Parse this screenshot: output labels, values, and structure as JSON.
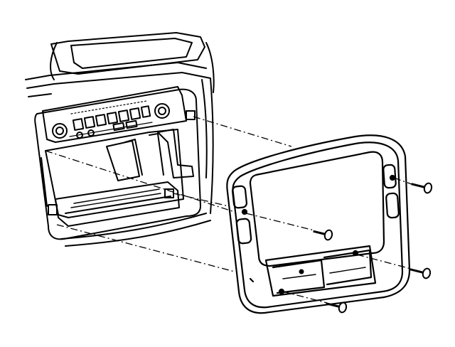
{
  "figure": {
    "background": "#ffffff",
    "ink": "#000000",
    "parts": [
      {
        "id": "instrument-panel",
        "kind": "dash-cavity-with-climate-controls"
      },
      {
        "id": "trim-bezel",
        "kind": "center-console-bezel"
      },
      {
        "id": "screw",
        "count": 4
      }
    ],
    "leader_style": "dash-dot"
  }
}
